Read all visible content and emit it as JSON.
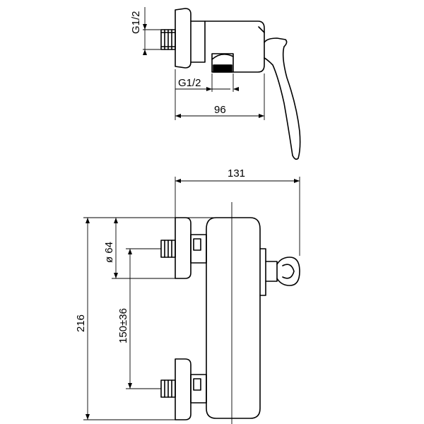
{
  "labels": {
    "thread_top_vertical": "G1/2",
    "thread_bottom": "G1/2",
    "depth": "96",
    "width": "131",
    "diameter": "ø 64",
    "height": "216",
    "spacing": "150±36"
  }
}
